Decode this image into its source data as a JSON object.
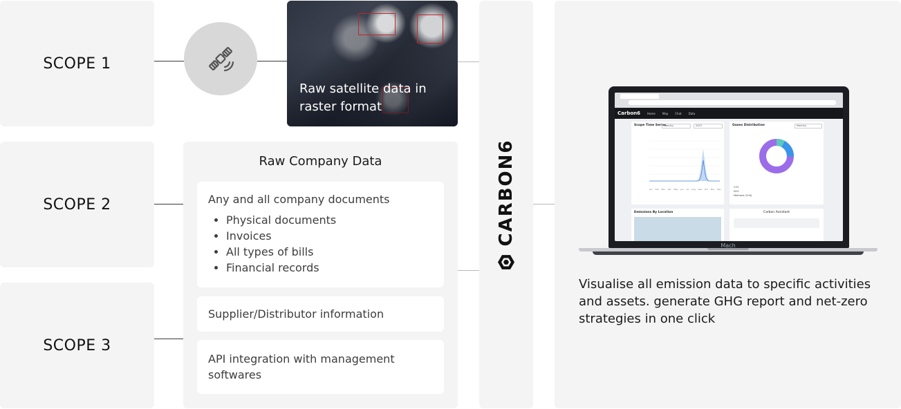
{
  "scopes": [
    "SCOPE 1",
    "SCOPE 2",
    "SCOPE 3"
  ],
  "icons": {
    "satellite": "satellite-icon",
    "brand": "hexagon-logo-icon"
  },
  "satellite_caption": "Raw satellite data in raster format",
  "company_data": {
    "title": "Raw Company Data",
    "documents": {
      "heading": "Any and all company documents",
      "items": [
        "Physical documents",
        "Invoices",
        "All types of bills",
        "Financial records"
      ]
    },
    "supplier": "Supplier/Distributor information",
    "api": "API integration with management softwares"
  },
  "brand": "CARBON6",
  "laptop": {
    "label": "Mach",
    "app": {
      "logo": "Carbon6",
      "nav": [
        "Home",
        "Map",
        "Chat",
        "Data"
      ],
      "panels": {
        "time_series_title": "Scope Time Series",
        "time_series_period": "Monthly",
        "time_series_year": "2023",
        "months": [
          "Jan",
          "Feb",
          "Mar",
          "Apr",
          "May",
          "Jun",
          "Jul",
          "Aug",
          "Sep",
          "Oct",
          "Nov",
          "Dec"
        ],
        "gases_title": "Gases Distribution",
        "gases_period": "Monthly",
        "gases": [
          "CO2",
          "N2O",
          "Methane (CH4)"
        ],
        "location_title": "Emissions By Location",
        "assistant_title": "Carbon Assistant"
      }
    }
  },
  "right_caption": "Visualise all emission data to specific activities and assets. generate GHG report and net-zero strategies in one click",
  "colors": {
    "panel_bg": "#f4f4f4",
    "accent_red": "#c0262a",
    "donut_purple": "#9b6de8",
    "donut_blue": "#3a95e8",
    "donut_teal": "#5cc8c0"
  }
}
